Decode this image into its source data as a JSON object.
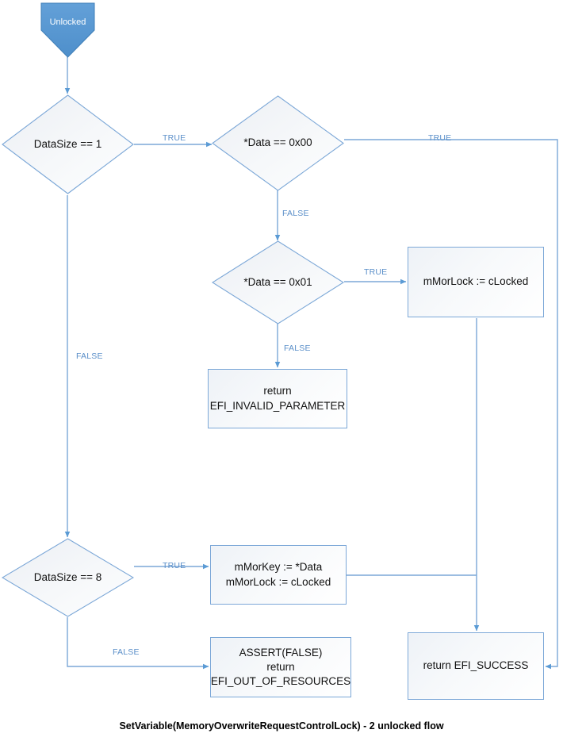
{
  "diagram": {
    "caption": "SetVariable(MemoryOverwriteRequestControlLock) - 2 unlocked flow",
    "colors": {
      "edge": "#7ba7d7",
      "edge_label": "#5b8fc9",
      "node_border": "#7ba7d7",
      "node_fill": "#f2f5f9",
      "banner_fill": "#5b9bd5",
      "text": "#111111",
      "background": "#ffffff"
    },
    "nodes": [
      {
        "id": "start",
        "type": "banner",
        "label": "Unlocked"
      },
      {
        "id": "datasize1",
        "type": "decision",
        "label": "DataSize == 1"
      },
      {
        "id": "data00",
        "type": "decision",
        "label": "*Data == 0x00"
      },
      {
        "id": "data01",
        "type": "decision",
        "label": "*Data == 0x01"
      },
      {
        "id": "morlock_clocked",
        "type": "process",
        "label": "mMorLock := cLocked"
      },
      {
        "id": "invalid_param",
        "type": "process",
        "label": "return\nEFI_INVALID_PARAMETER"
      },
      {
        "id": "datasize8",
        "type": "decision",
        "label": "DataSize == 8"
      },
      {
        "id": "morkey_assign",
        "type": "process",
        "label": "mMorKey := *Data\nmMorLock := cLocked"
      },
      {
        "id": "assert_false",
        "type": "process",
        "label": "ASSERT(FALSE)\nreturn\nEFI_OUT_OF_RESOURCES"
      },
      {
        "id": "success",
        "type": "process",
        "label": "return EFI_SUCCESS"
      }
    ],
    "edge_labels": [
      {
        "id": "l1",
        "from": "datasize1",
        "to": "data00",
        "text": "TRUE"
      },
      {
        "id": "l2",
        "from": "datasize1",
        "to": "datasize8",
        "text": "FALSE"
      },
      {
        "id": "l3",
        "from": "data00",
        "to": "success",
        "text": "TRUE"
      },
      {
        "id": "l4",
        "from": "data00",
        "to": "data01",
        "text": "FALSE"
      },
      {
        "id": "l5",
        "from": "data01",
        "to": "morlock_clocked",
        "text": "TRUE"
      },
      {
        "id": "l6",
        "from": "data01",
        "to": "invalid_param",
        "text": "FALSE"
      },
      {
        "id": "l7",
        "from": "datasize8",
        "to": "morkey_assign",
        "text": "TRUE"
      },
      {
        "id": "l8",
        "from": "datasize8",
        "to": "assert_false",
        "text": "FALSE"
      }
    ]
  }
}
